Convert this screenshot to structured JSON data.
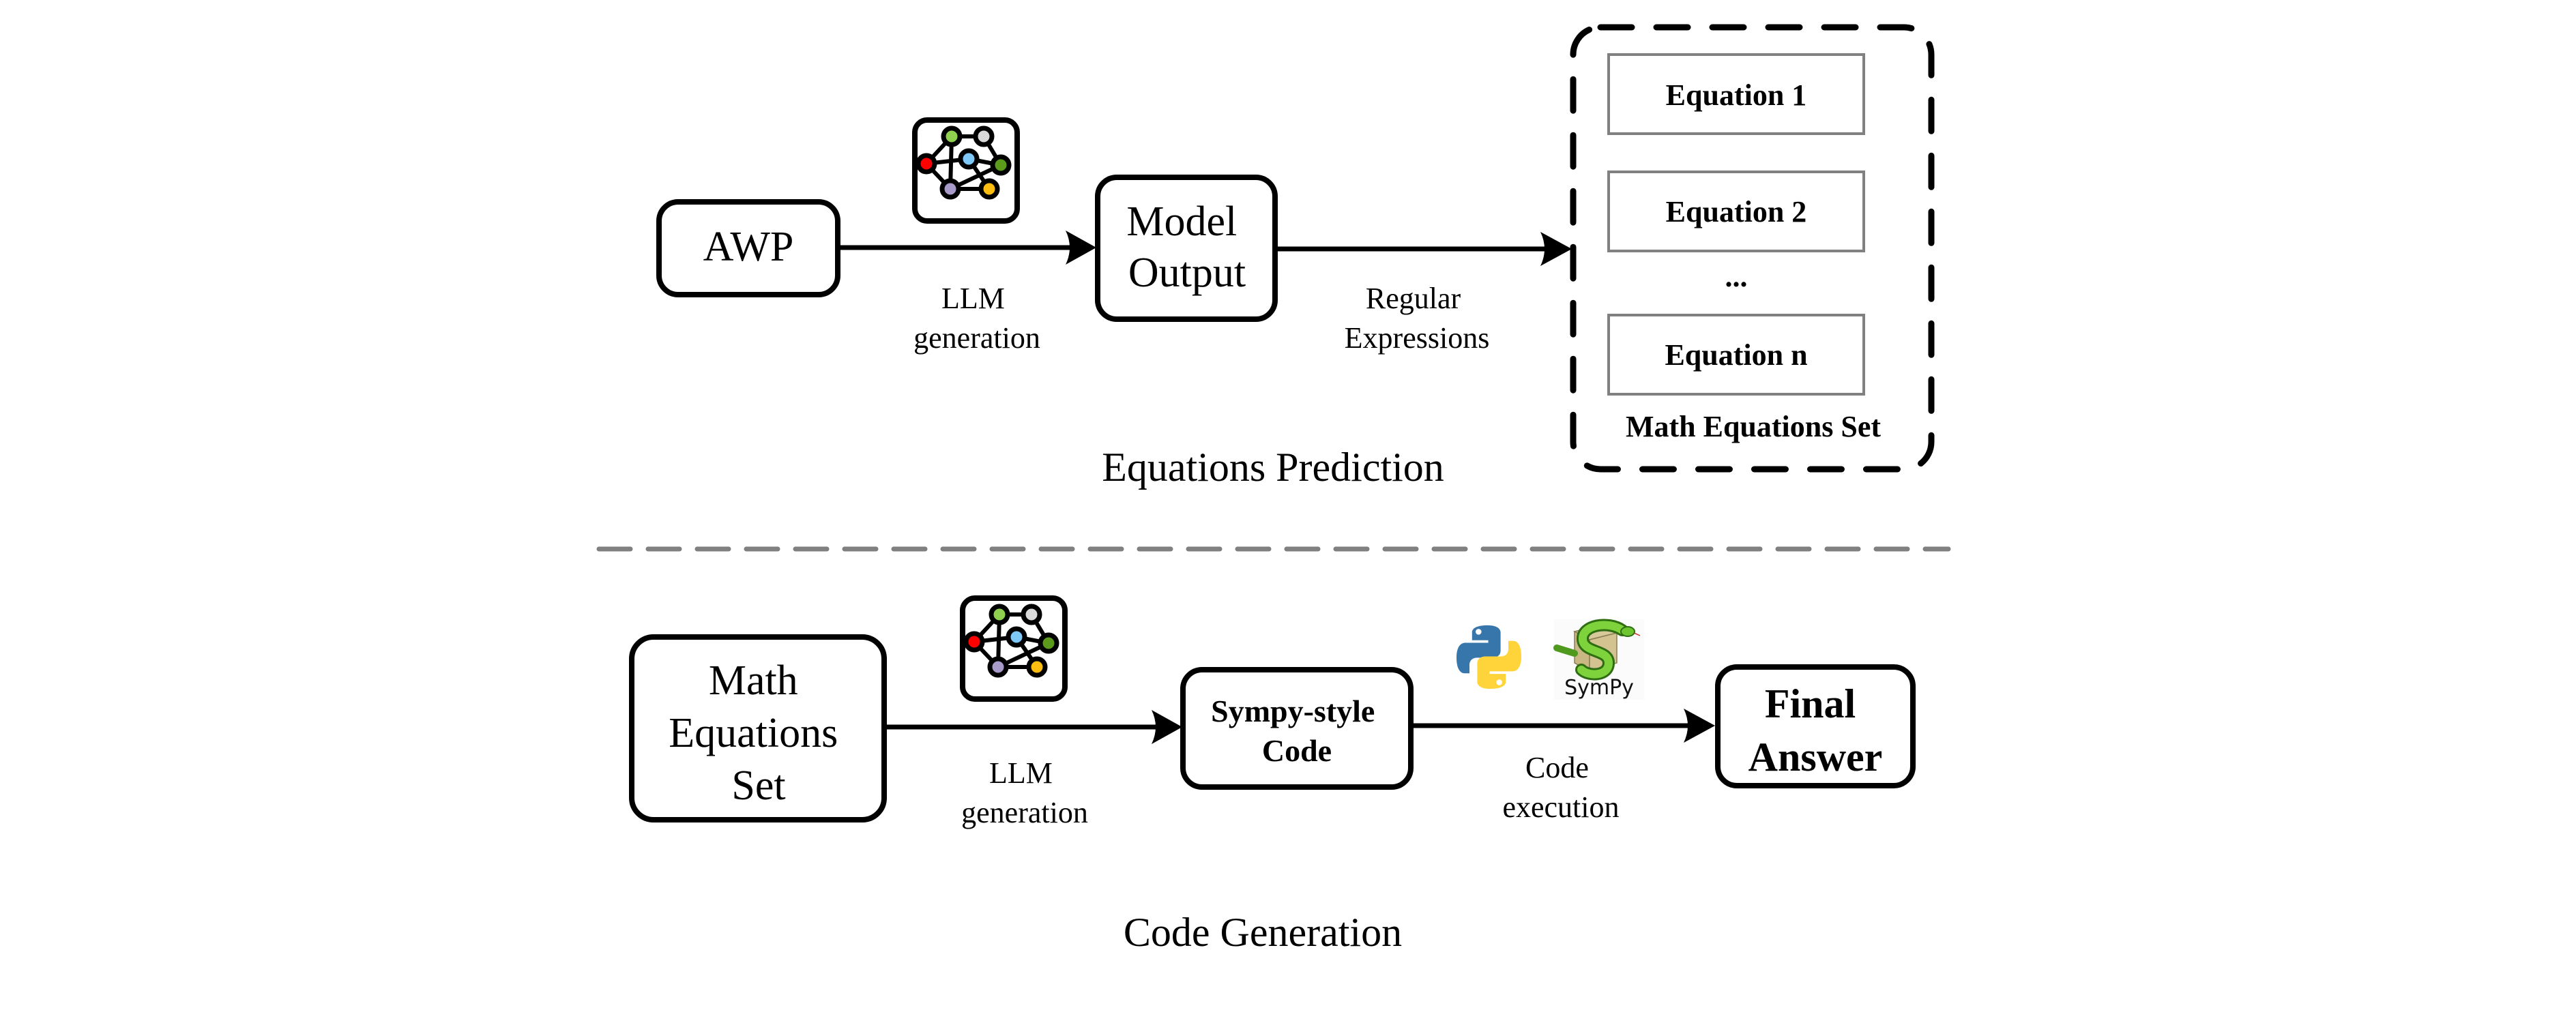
{
  "equations_prediction": {
    "section_title": "Equations Prediction",
    "input_node": "AWP",
    "model_output_node": [
      "Model",
      "Output"
    ],
    "step1_label": [
      "LLM",
      "generation"
    ],
    "step2_label": [
      "Regular",
      "Expressions"
    ],
    "equations_set": {
      "items": [
        "Equation 1",
        "Equation 2",
        "Equation n"
      ],
      "ellipsis": "...",
      "caption": "Math Equations Set"
    }
  },
  "code_generation": {
    "section_title": "Code Generation",
    "input_node": [
      "Math",
      "Equations",
      "Set"
    ],
    "code_node": [
      "Sympy-style",
      "Code"
    ],
    "output_node": [
      "Final",
      "Answer"
    ],
    "step1_label": [
      "LLM",
      "generation"
    ],
    "step2_label": [
      "Code",
      "execution"
    ],
    "tool_logos": {
      "python": "python-logo",
      "sympy_text": "SymPy"
    }
  },
  "colors": {
    "python_blue": "#3776AB",
    "python_yellow": "#FFD43B",
    "separator": "#808080",
    "equation_border": "#808080",
    "network_nodes": [
      "#8fd14f",
      "#d9d9d9",
      "#ff0000",
      "#7ec8f8",
      "#5b9a1a",
      "#a89bc9",
      "#fdbd10"
    ]
  }
}
